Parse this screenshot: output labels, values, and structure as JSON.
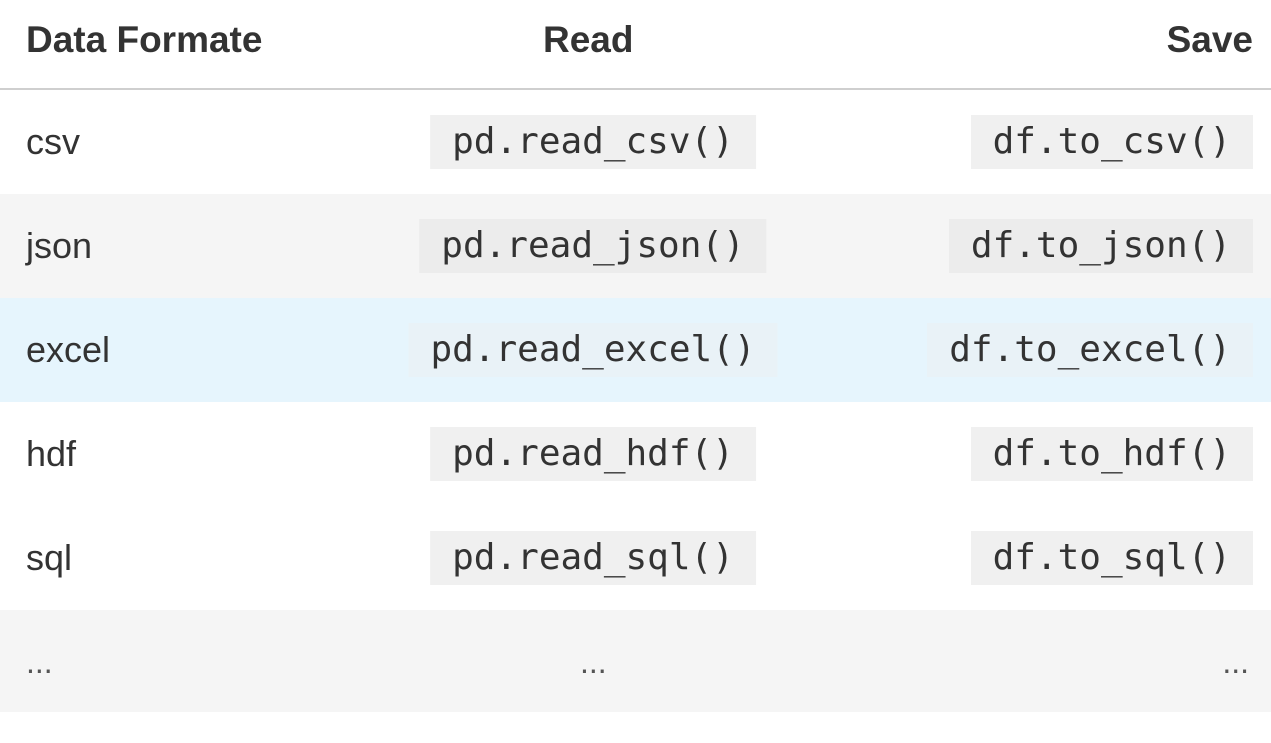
{
  "table": {
    "headers": {
      "format": "Data Formate",
      "read": "Read",
      "save": "Save"
    },
    "rows": [
      {
        "format": "csv",
        "read": "pd.read_csv()",
        "save": "df.to_csv()"
      },
      {
        "format": "json",
        "read": "pd.read_json()",
        "save": "df.to_json()"
      },
      {
        "format": "excel",
        "read": "pd.read_excel()",
        "save": "df.to_excel()"
      },
      {
        "format": "hdf",
        "read": "pd.read_hdf()",
        "save": "df.to_hdf()"
      },
      {
        "format": "sql",
        "read": "pd.read_sql()",
        "save": "df.to_sql()"
      },
      {
        "format": "...",
        "read": "...",
        "save": "..."
      }
    ]
  },
  "colors": {
    "stripe": "#f5f5f5",
    "highlight": "#e6f5fd",
    "code_background": "#f0f0f0",
    "text": "#333333",
    "header_rule": "#cfcfcf"
  }
}
